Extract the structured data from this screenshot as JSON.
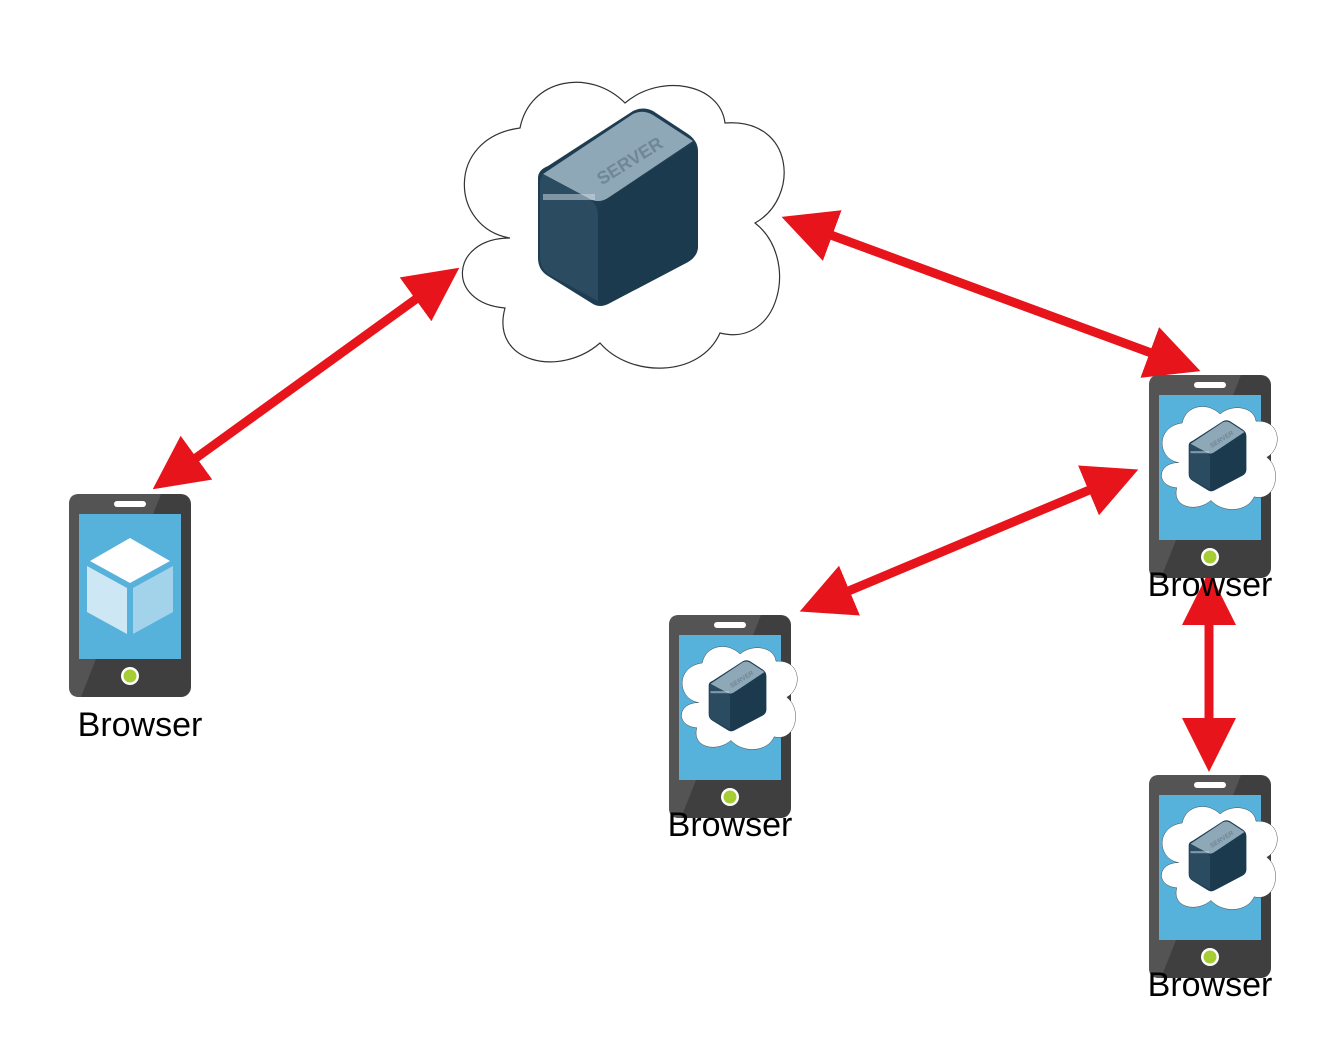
{
  "diagram": {
    "colors": {
      "arrow": "#e8141b",
      "cloud_stroke": "#333333",
      "device_body": "#3f3f3f",
      "device_highlight": "#575757",
      "screen": "#56b2da",
      "home_button": "#a6cd34",
      "server_dark": "#1e3a4f",
      "server_top": "#8ea8b8"
    },
    "nodes": [
      {
        "id": "cloud-server",
        "type": "cloud-server",
        "label": "",
        "server_text": "SERVER",
        "icon": "server-icon"
      },
      {
        "id": "browser-1",
        "type": "mobile",
        "label": "Browser",
        "screen_icon": "cube-icon"
      },
      {
        "id": "browser-2",
        "type": "mobile",
        "label": "Browser",
        "screen_icon": "cloud-server-icon"
      },
      {
        "id": "browser-3",
        "type": "mobile",
        "label": "Browser",
        "screen_icon": "cloud-server-icon"
      },
      {
        "id": "browser-4",
        "type": "mobile",
        "label": "Browser",
        "screen_icon": "cloud-server-icon"
      }
    ],
    "edges": [
      {
        "from": "cloud-server",
        "to": "browser-1",
        "direction": "bidirectional"
      },
      {
        "from": "cloud-server",
        "to": "browser-2",
        "direction": "bidirectional"
      },
      {
        "from": "browser-2",
        "to": "browser-3",
        "direction": "bidirectional"
      },
      {
        "from": "browser-2",
        "to": "browser-4",
        "direction": "bidirectional"
      }
    ]
  }
}
